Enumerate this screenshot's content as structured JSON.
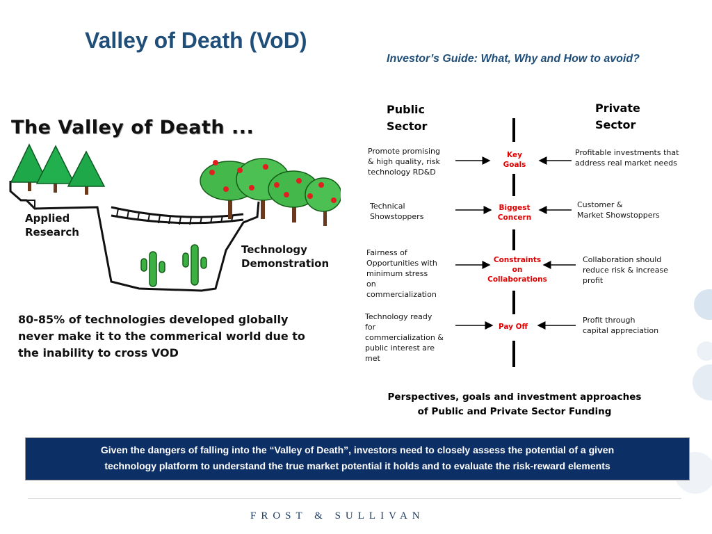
{
  "title": "Valley of Death (VoD)",
  "subtitle": "Investor’s Guide: What, Why and How to avoid?",
  "illustration": {
    "heading": "The Valley of Death ...",
    "applied_research": [
      "Applied",
      "Research"
    ],
    "technology_demonstration": [
      "Technology",
      "Demonstration"
    ]
  },
  "statistic": [
    "80-85% of technologies developed globally",
    "never make it to the commerical world due to",
    "the inability to cross VOD"
  ],
  "diagram": {
    "public_header": [
      "Public",
      "Sector"
    ],
    "private_header": [
      "Private",
      "Sector"
    ],
    "rows": [
      {
        "public": [
          "Promote promising",
          "& high quality, risk",
          "technology RD&D"
        ],
        "center": [
          "Key",
          "Goals"
        ],
        "private": [
          "Profitable investments that",
          "address real market needs"
        ]
      },
      {
        "public": [
          "Technical",
          "Showstoppers"
        ],
        "center": [
          "Biggest",
          "Concern"
        ],
        "private": [
          "Customer &",
          "Market Showstoppers"
        ]
      },
      {
        "public": [
          "Fairness of",
          "Opportunities with",
          "minimum stress",
          "on",
          "commercialization"
        ],
        "center": [
          "Constraints",
          "on",
          "Collaborations"
        ],
        "private": [
          "Collaboration should",
          "reduce risk & increase",
          "profit"
        ]
      },
      {
        "public": [
          "Technology ready",
          "for",
          "commercialization &",
          "public interest are",
          "met"
        ],
        "center": [
          "Pay Off"
        ],
        "private": [
          "Profit through",
          "capital appreciation"
        ]
      }
    ],
    "caption": [
      "Perspectives, goals and investment approaches",
      "of Public and Private Sector Funding"
    ]
  },
  "banner": {
    "line1_before": "Given the dangers of falling into the ",
    "line1_quote": "“Valley of Death”",
    "line1_after": ", investors need to closely assess the potential of a given",
    "line2": "technology platform to understand the true market potential it holds and to evaluate the risk-reward elements"
  },
  "footer": {
    "logo": "FROST & SULLIVAN"
  },
  "colors": {
    "title_blue": "#1f4e79",
    "banner_navy": "#0c2f66",
    "center_red": "#e00000"
  }
}
